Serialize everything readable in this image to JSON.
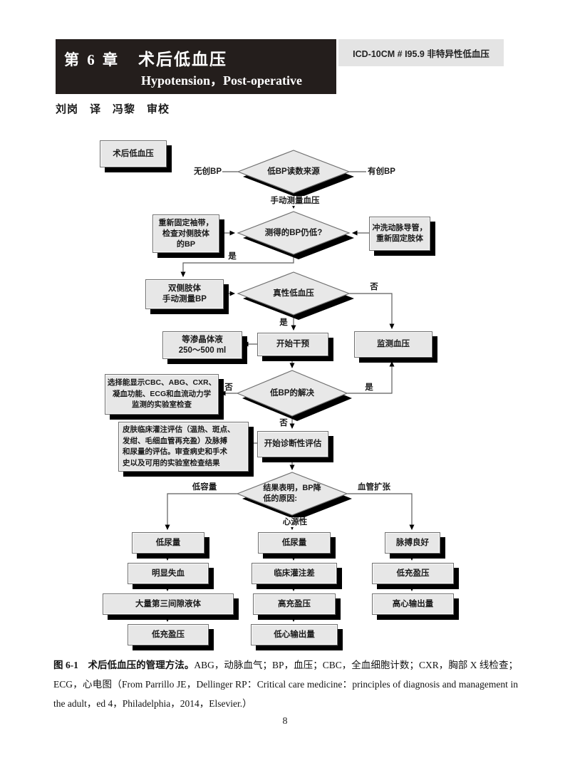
{
  "header": {
    "chapter": "第 6 章",
    "title_zh": "术后低血压",
    "title_en": "Hypotension，Post-operative",
    "icd": "ICD-10CM # I95.9 非特异性低血压",
    "translators": "刘岗　译　冯黎　审校"
  },
  "flowchart": {
    "start": "术后低血压",
    "d_source": "低BP读数来源",
    "lbl_noninvasive": "无创BP",
    "lbl_invasive": "有创BP",
    "lbl_manual_measure": "手动测量血压",
    "box_cuff": "重新固定袖带，\n检查对侧肢体\n的BP",
    "d_still_low": "测得的BP仍低?",
    "box_flush": "冲洗动脉导管，\n重新固定肢体",
    "box_bilateral": "双侧肢体\n手动测量BP",
    "d_true_hypo": "真性低血压",
    "box_crystalloid": "等渗晶体液\n250～500 ml",
    "box_intervene": "开始干预",
    "box_monitor": "监测血压",
    "d_resolved": "低BP的解决",
    "box_labs": "选择能显示CBC、ABG、CXR、\n凝血功能、ECG和血流动力学\n监测的实验室检查",
    "box_skin": "皮肤临床灌注评估（温热、斑点、\n发绀、毛细血管再充盈）及脉搏\n和尿量的评估。审查病史和手术\n史以及可用的实验室检查结果",
    "box_diag": "开始诊断性评估",
    "d_results": "结果表明，BP降\n低的原因:",
    "lbl_yes": "是",
    "lbl_no": "否",
    "lbl_hypovolemia": "低容量",
    "lbl_vasodilation": "血管扩张",
    "lbl_cardiogenic": "心源性",
    "col_left": {
      "n1": "低尿量",
      "n2": "明显失血",
      "n3": "大量第三间隙液体",
      "n4": "低充盈压"
    },
    "col_center": {
      "n1": "低尿量",
      "n2": "临床灌注差",
      "n3": "高充盈压",
      "n4": "低心输出量"
    },
    "col_right": {
      "n1": "脉搏良好",
      "n2": "低充盈压",
      "n3": "高心输出量"
    }
  },
  "caption": {
    "bold": "图 6-1　术后低血压的管理方法。",
    "rest": "ABG，动脉血气；BP，血压；CBC，全血细胞计数；CXR，胸部 X 线检查；ECG，心电图（From Parrillo JE，Dellinger RP：Critical care medicine：principles of diagnosis and management in the adult，ed 4，Philadelphia，2014，Elsevier.）"
  },
  "page_number": "8"
}
